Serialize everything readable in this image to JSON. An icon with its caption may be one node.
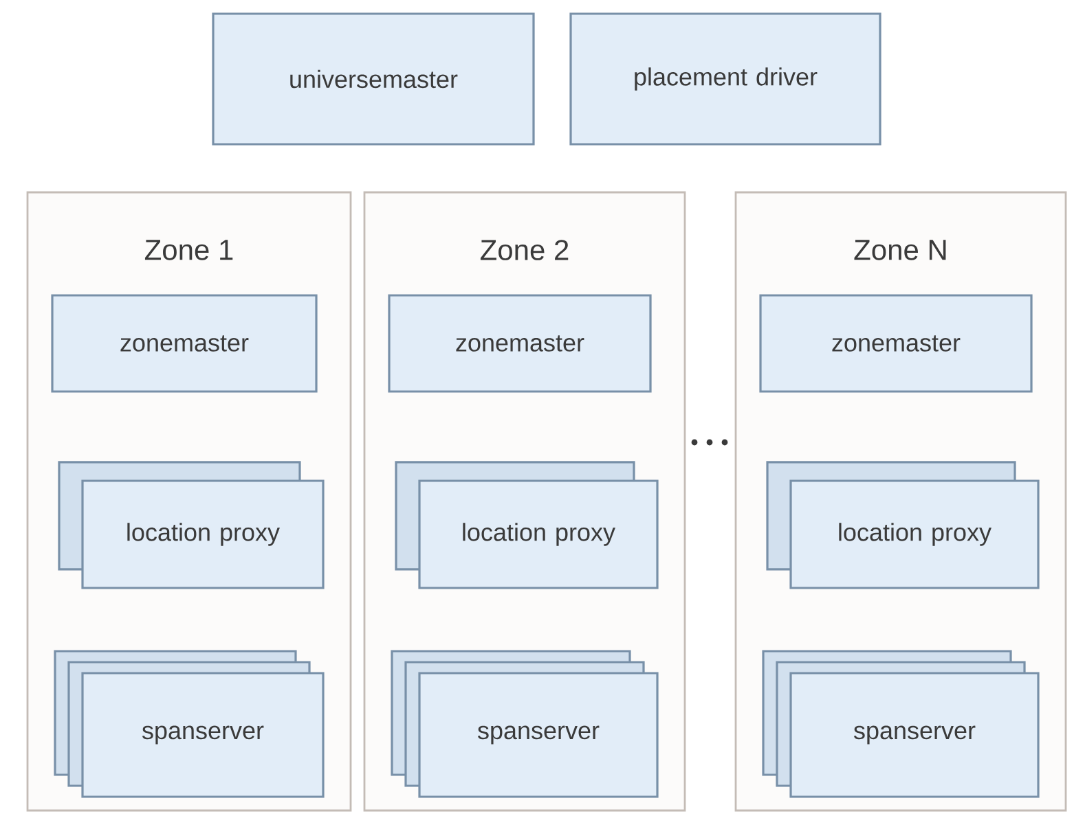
{
  "diagram": {
    "nodes": [
      {
        "text": [
          "universemaster"
        ]
      },
      {
        "text": [
          "placement driver"
        ]
      },
      {
        "text": [
          "Zone 1"
        ]
      },
      {
        "text": [
          "zonemaster"
        ],
        "in": 2
      },
      {
        "text": [
          "location proxy"
        ],
        "in": 2
      },
      {
        "text": [
          "spanserver"
        ],
        "in": 2
      },
      {
        "text": [
          "Zone 2"
        ]
      },
      {
        "text": [
          "zonemaster"
        ],
        "in": 6
      },
      {
        "text": [
          "location proxy"
        ],
        "in": 6
      },
      {
        "text": [
          "spanserver"
        ],
        "in": 6
      },
      {
        "text": [
          "Zone N"
        ]
      },
      {
        "text": [
          "zonemaster"
        ],
        "in": 10
      },
      {
        "text": [
          "location proxy"
        ],
        "in": 10
      },
      {
        "text": [
          "spanserver"
        ],
        "in": 10
      }
    ]
  }
}
